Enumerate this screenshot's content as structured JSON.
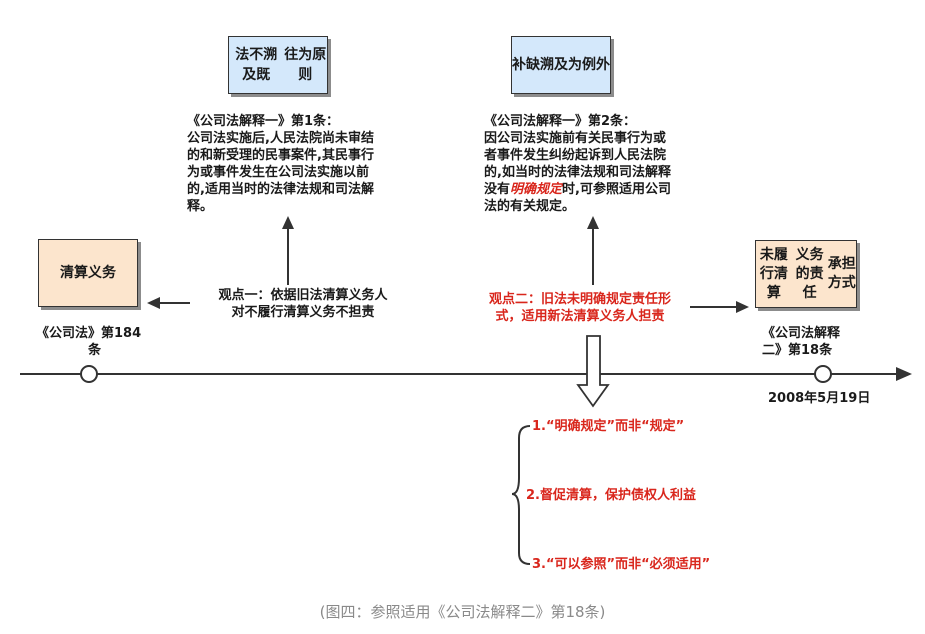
{
  "principle_box": {
    "lines": [
      "法不溯及既",
      "往为原则"
    ]
  },
  "exception_box": {
    "lines": [
      "补缺溯及为",
      "例外"
    ]
  },
  "left_box": {
    "text": "清算义务"
  },
  "right_box": {
    "lines": [
      "未履行清算",
      "义务的责任",
      "承担方式"
    ]
  },
  "article1": {
    "title": "《公司法解释一》第1条：",
    "lines": [
      "公司法实施后,人民法院尚未审结",
      "的和新受理的民事案件,其民事行",
      "为或事件发生在公司法实施以前",
      "的,适用当时的法律法规和司法解",
      "释。"
    ]
  },
  "article2": {
    "title": "《公司法解释一》第2条：",
    "lines": [
      "因公司法实施前有关民事行为或",
      "者事件发生纠纷起诉到人民法院",
      "的,如当时的法律法规和司法解释"
    ],
    "last_prefix": "没有",
    "last_emph": "明确规定",
    "last_suffix": "时,可参照适用公司",
    "final": "法的有关规定。"
  },
  "view1": {
    "lines": [
      "观点一：依据旧法清算义务人",
      "对不履行清算义务不担责"
    ]
  },
  "view2": {
    "lines": [
      "观点二：旧法未明确规定责任形",
      "式，适用新法清算义务人担责"
    ]
  },
  "left_law": {
    "lines": [
      "《公司法》第184",
      "条"
    ]
  },
  "right_law": {
    "lines": [
      "《公司法解释",
      "二》第18条"
    ]
  },
  "date": "2008年5月19日",
  "points": [
    "1.“明确规定”而非“规定”",
    "2.督促清算，保护债权人利益",
    "3.“可以参照”而非“必须适用”"
  ],
  "caption": "(图四：参照适用《公司法解释二》第18条)",
  "colors": {
    "blue": "#d4e8fb",
    "orange": "#fce5cd",
    "red": "#d9261c"
  }
}
